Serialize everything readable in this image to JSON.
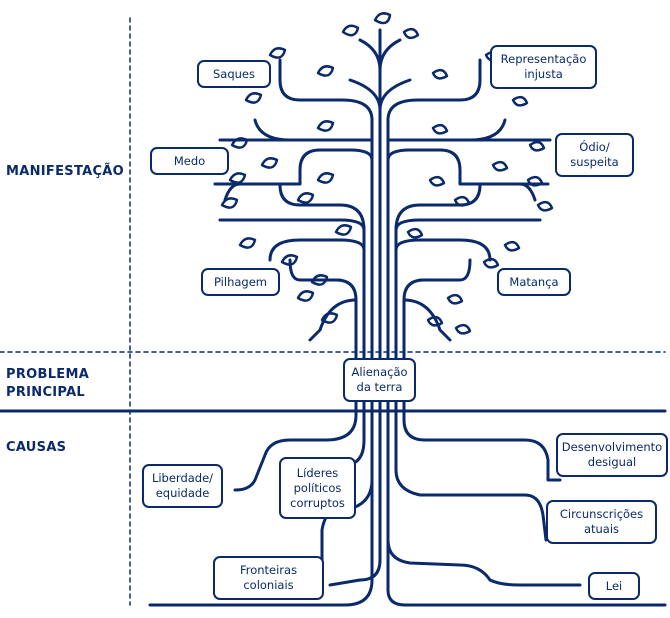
{
  "sections": {
    "manifestation": "MANIFESTAÇÃO",
    "main_problem": "PROBLEMA\nPRINCIPAL",
    "causes": "CAUSAS"
  },
  "manifestations": {
    "saques": "Saques",
    "representacao": "Representação\ninjusta",
    "medo": "Medo",
    "odio": "Ódio/\nsuspeita",
    "pilhagem": "Pilhagem",
    "matanca": "Matança"
  },
  "main_problem": "Alienação\nda terra",
  "causes": {
    "liberdade": "Liberdade/\nequidade",
    "lideres": "Líderes\npolíticos\ncorruptos",
    "fronteiras": "Fronteiras\ncoloniais",
    "desenvolvimento": "Desenvolvimento\ndesigual",
    "circunscricoes": "Circunscrições\natuais",
    "lei": "Lei"
  },
  "colors": {
    "primary": "#0a2a6b",
    "background": "#ffffff"
  }
}
